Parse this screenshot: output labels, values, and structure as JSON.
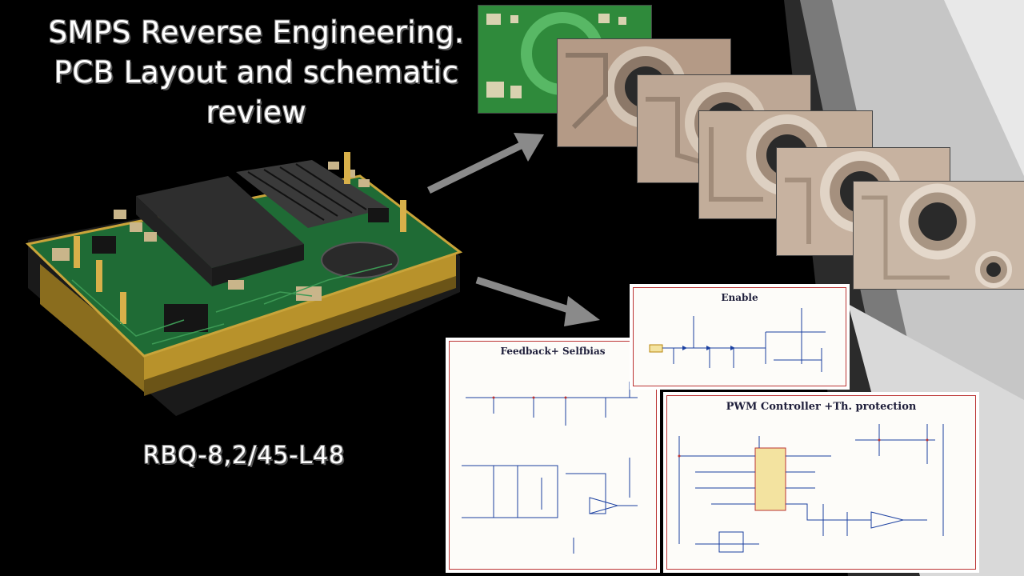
{
  "slide": {
    "title_lines": [
      "SMPS Reverse Engineering.",
      "PCB Layout and schematic",
      "review"
    ],
    "model_label": "RBQ-8,2/45-L48"
  },
  "schematics": {
    "enable": "Enable",
    "feedback": "Feedback+ Selfbias",
    "pwm": "PWM Controller +Th. protection"
  },
  "colors": {
    "background": "#000000",
    "pcb_green": "#1f7a3a",
    "copper": "#b49a86",
    "schematic_border": "#b33333"
  }
}
